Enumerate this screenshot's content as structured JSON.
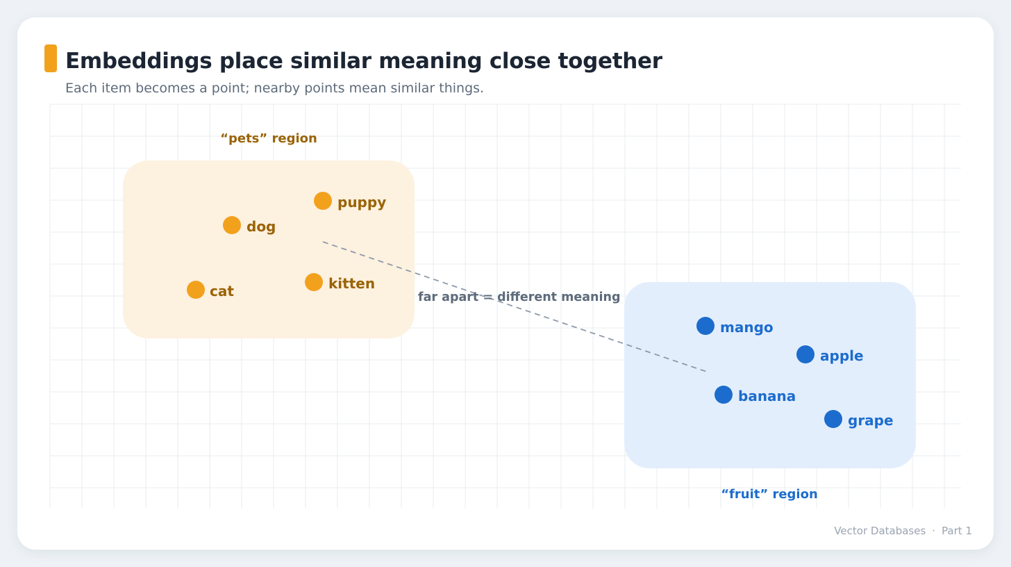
{
  "title": "Embeddings place similar meaning close together",
  "subtitle": "Each item becomes a point; nearby points mean similar things.",
  "footer": {
    "series": "Vector Databases",
    "separator": "·",
    "part": "Part 1"
  },
  "regions": {
    "pets": {
      "label": "“pets” region",
      "fill": "#fdf1e0",
      "text_color": "#9a6306"
    },
    "fruit": {
      "label": "“fruit” region",
      "fill": "#e3eefc",
      "text_color": "#1c6ccd"
    }
  },
  "points": {
    "pets": [
      {
        "label": "dog"
      },
      {
        "label": "puppy"
      },
      {
        "label": "cat"
      },
      {
        "label": "kitten"
      }
    ],
    "fruit": [
      {
        "label": "mango"
      },
      {
        "label": "apple"
      },
      {
        "label": "banana"
      },
      {
        "label": "grape"
      }
    ]
  },
  "point_colors": {
    "pets": "#f2a11d",
    "fruit": "#1c6ccd"
  },
  "connector": {
    "label": "far apart = different meaning",
    "color": "#8e99a8"
  },
  "colors": {
    "accent": "#f2a11d",
    "title": "#1b2533",
    "grid": "#e7ecf1"
  }
}
